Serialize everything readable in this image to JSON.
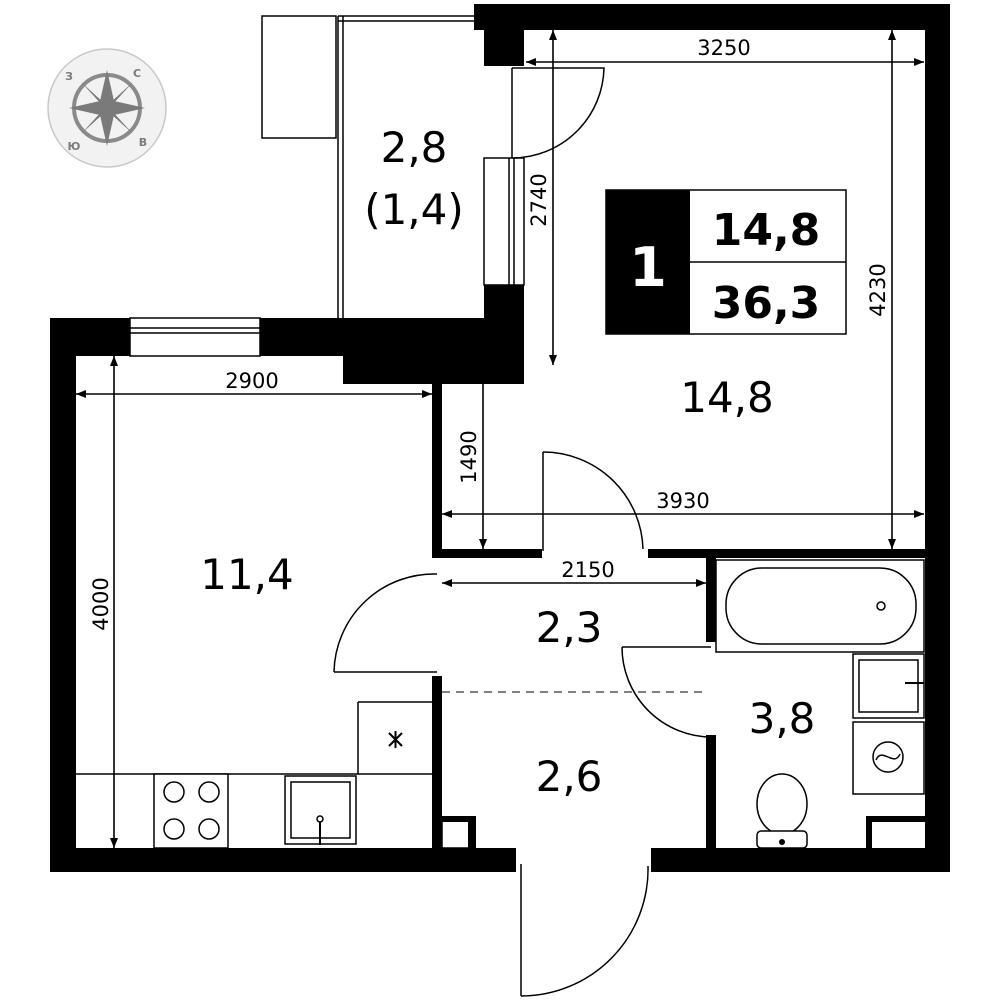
{
  "compass": {
    "n": "С",
    "s": "Ю",
    "w": "З",
    "e": "В"
  },
  "badge": {
    "rooms": "1",
    "living_area": "14,8",
    "total_area": "36,3"
  },
  "rooms": {
    "living": {
      "area": "14,8"
    },
    "kitchen": {
      "area": "11,4"
    },
    "balcony": {
      "area": "2,8",
      "reduced": "(1,4)"
    },
    "hall": {
      "area": "2,3"
    },
    "entrance": {
      "area": "2,6"
    },
    "bathroom": {
      "area": "3,8"
    }
  },
  "dimensions": {
    "living_width": "3250",
    "living_depth": "4230",
    "balcony_depth": "2740",
    "living_full_width": "3930",
    "wall_offset": "1490",
    "kitchen_width": "2900",
    "kitchen_depth": "4000",
    "hall_width": "2150"
  },
  "icons": {
    "compass": "compass-rose-icon",
    "fridge": "snowflake-icon",
    "stove": "cooktop-icon",
    "sink": "sink-icon",
    "bathtub": "bathtub-icon",
    "washer": "washing-machine-icon",
    "toilet": "toilet-icon"
  }
}
